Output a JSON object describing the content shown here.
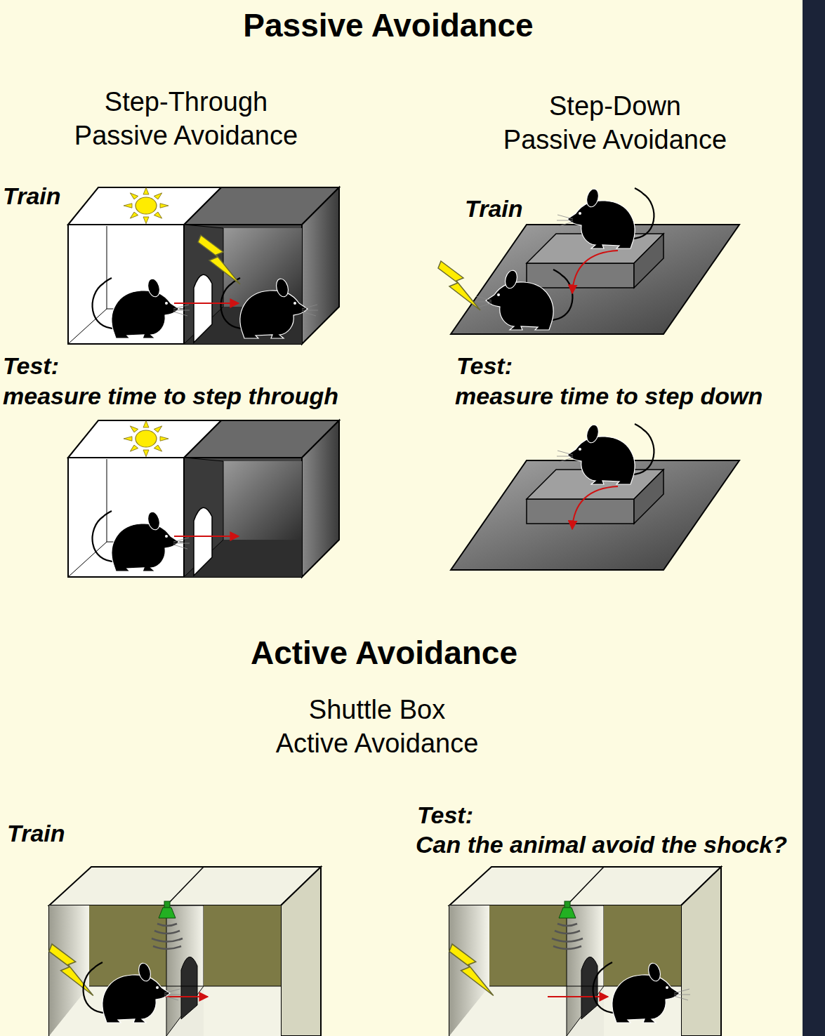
{
  "diagram": {
    "title": "Passive Avoidance",
    "labels": [
      "Step-Through Passive Avoidance",
      "Step-Down Passive Avoidance",
      "Train",
      "Test:",
      "measure time to step through",
      "Train",
      "Test:",
      "measure time to step down",
      "Active Avoidance",
      "Shuttle Box Active Avoidance",
      "Train",
      "Test:",
      "Can the animal avoid the shock?"
    ]
  }
}
